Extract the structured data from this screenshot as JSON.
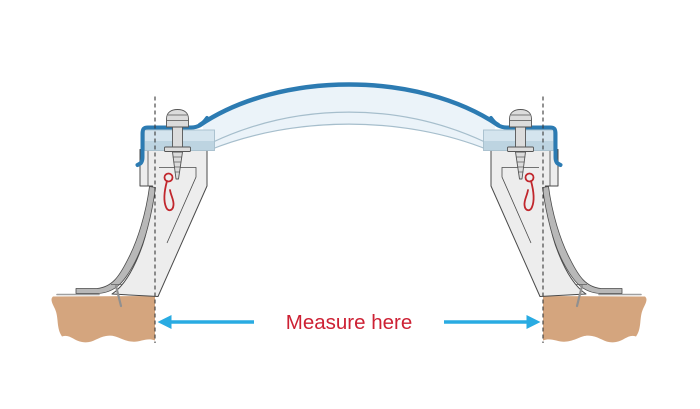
{
  "measure": {
    "label": "Measure here"
  },
  "components": {
    "dome": "triple-skin-dome-glazing",
    "curb": "splayed-curb-frame",
    "flashing": "external-weathering-flashing",
    "clip": "red-retaining-clip",
    "screw": "dome-fixing-screw",
    "deck_screw": "curb-fixing-screw",
    "deck": "roof-deck",
    "datum": "measurement-dashed-line",
    "arrow": "measure-arrow"
  },
  "colors": {
    "outline_dark": "#4a4a4a",
    "dome_blue": "#2c7bb2",
    "dome_fill": "#ebf3f9",
    "skin_line": "#a6becc",
    "clamp_top": "#d4e4ee",
    "clamp_bottom": "#bdd4e1",
    "frame_fill": "#ededed",
    "flashing_fill": "#b8b8b8",
    "metal_light": "#dcdcdc",
    "metal_stroke": "#555555",
    "deck_tan": "#d4a57e",
    "clip_red": "#c1272d",
    "arrow_cyan": "#29abe2",
    "label_red": "#cd2134",
    "dashed_black": "#3a3a3a",
    "screw_gray": "#909090",
    "membrane_gray": "#a0a0a0"
  }
}
